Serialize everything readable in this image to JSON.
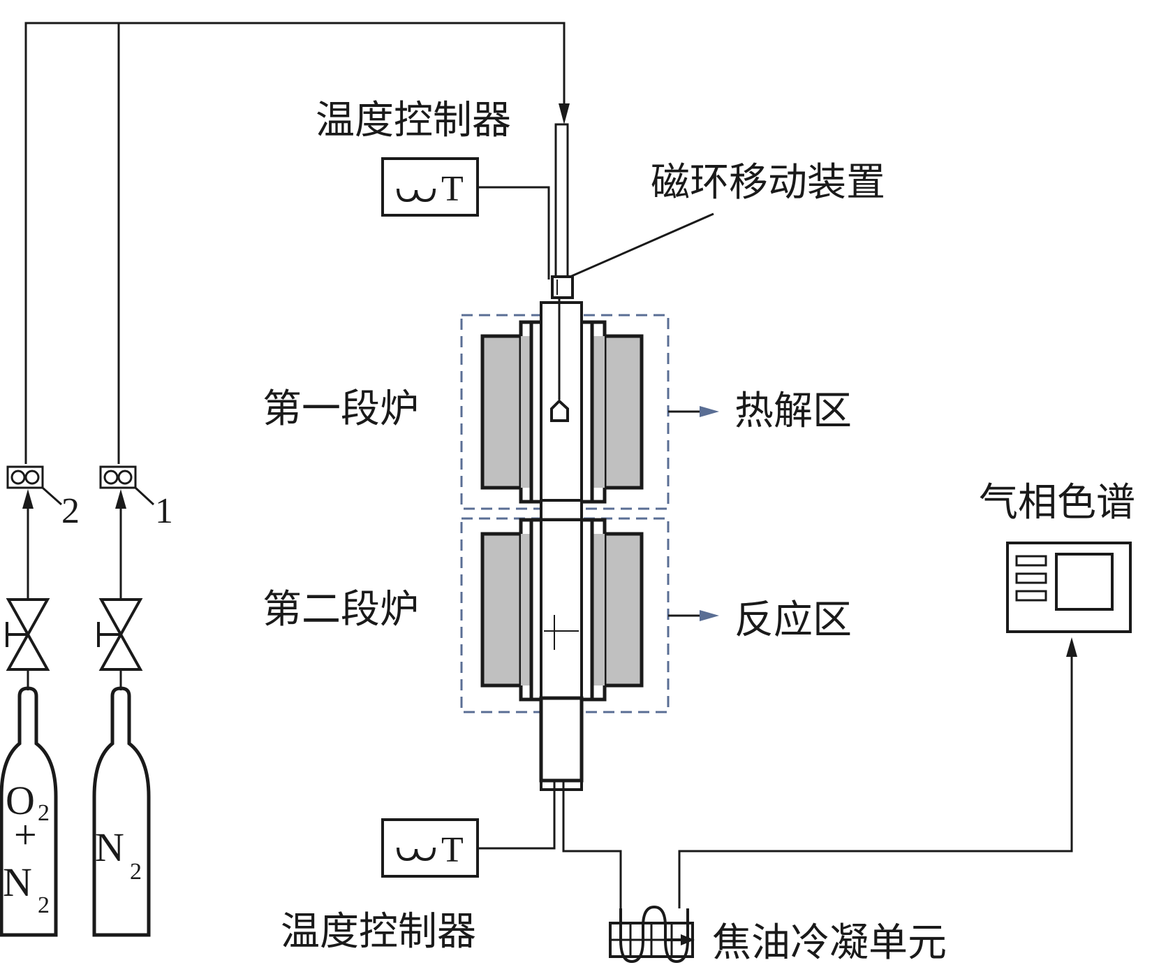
{
  "labels": {
    "temp_controller_top": "温度控制器",
    "temp_controller_bottom": "温度控制器",
    "magnetic_ring": "磁环移动装置",
    "furnace_1": "第一段炉",
    "furnace_2": "第二段炉",
    "pyrolysis_zone": "热解区",
    "reaction_zone": "反应区",
    "gas_chromatograph": "气相色谱",
    "tar_condenser": "焦油冷凝单元",
    "controller_symbol": "T",
    "flowmeter_1": "1",
    "flowmeter_2": "2"
  },
  "cylinders": {
    "left": {
      "line1": "O",
      "sub1": "2",
      "plus": "+",
      "line2": "N",
      "sub2": "2"
    },
    "right": {
      "line1": "N",
      "sub1": "2"
    }
  },
  "colors": {
    "stroke": "#1a1a1a",
    "furnace_fill": "#c0c0c0",
    "dashed_zone": "#5a6e94"
  }
}
